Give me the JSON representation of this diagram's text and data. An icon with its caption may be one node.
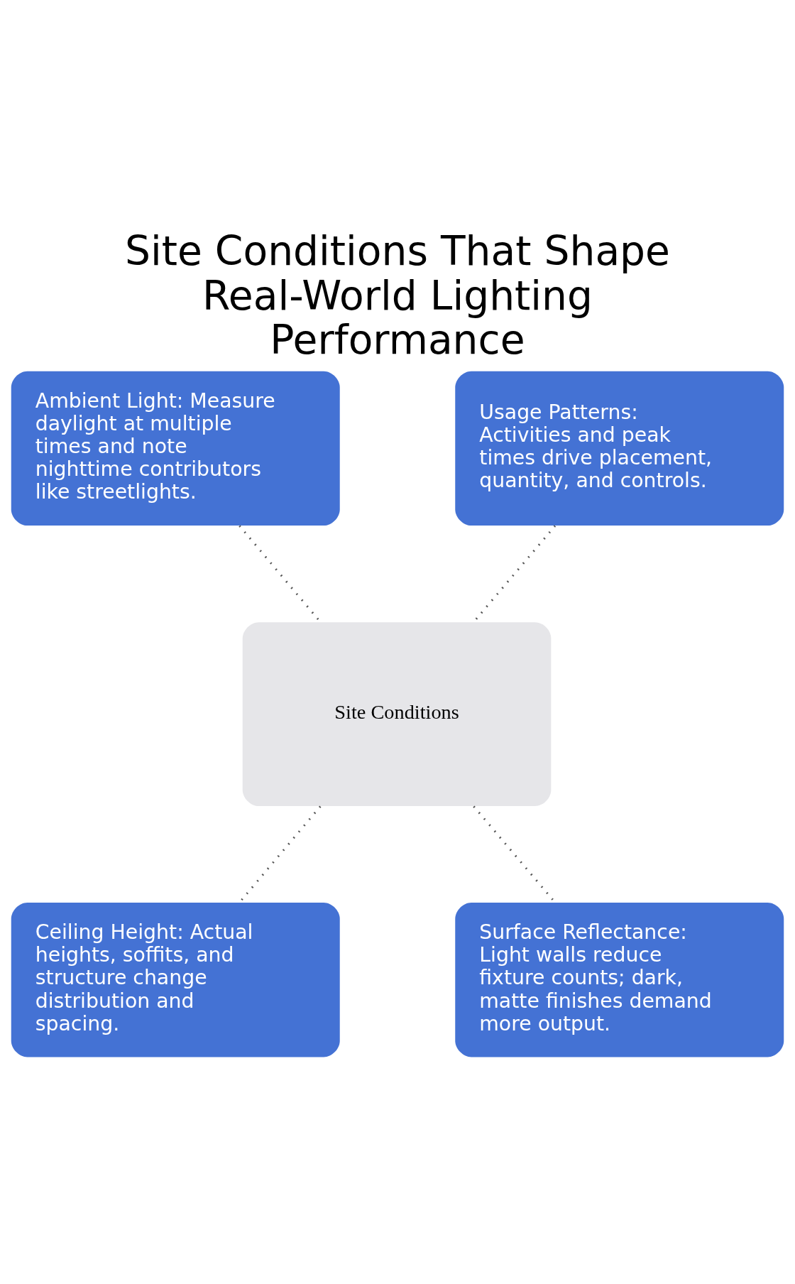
{
  "diagram": {
    "title": "Site Conditions That Shape Real-World Lighting Performance",
    "nodes": [
      {
        "text": [
          "Ambient Light: Measure daylight at multiple times and note nighttime contributors like streetlights."
        ]
      },
      {
        "text": [
          "Usage Patterns: Activities and peak times drive placement, quantity, and controls."
        ]
      },
      {
        "text": [
          "Site Conditions"
        ]
      },
      {
        "text": [
          "Ceiling Height: Actual heights, soffits, and structure change distribution and spacing."
        ]
      },
      {
        "text": [
          "Surface Reflectance: Light walls reduce fixture counts; dark, matte finishes demand more output."
        ]
      }
    ],
    "edges": [
      {
        "from": 0,
        "to": 2,
        "arrow": "none",
        "style": "dashed"
      },
      {
        "from": 1,
        "to": 2,
        "arrow": "none",
        "style": "dashed"
      },
      {
        "from": 2,
        "to": 3,
        "arrow": "none",
        "style": "dashed"
      },
      {
        "from": 2,
        "to": 4,
        "arrow": "none",
        "style": "dashed"
      }
    ]
  }
}
